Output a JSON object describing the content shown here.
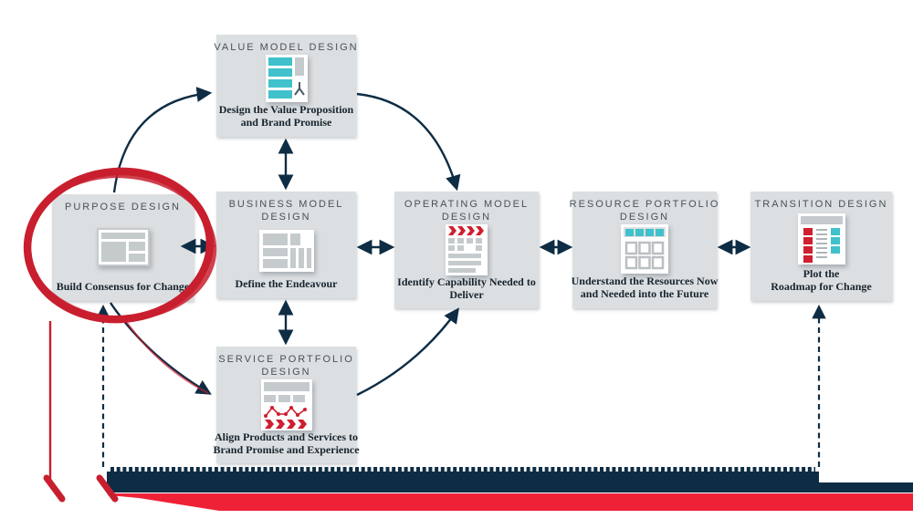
{
  "colors": {
    "navy": "#0e2d44",
    "red_bar": "#ee2137",
    "red_marker": "#c81f2e",
    "icon_red": "#cf1f30",
    "teal": "#41c1cb",
    "box_bg": "#dcdfe1",
    "icon_gray": "#c5cacd",
    "title_color": "#4a5156",
    "caption_color": "#17242e"
  },
  "nodes": [
    {
      "id": "purpose-design",
      "title_lines": [
        "PURPOSE DESIGN"
      ],
      "caption_lines": [
        "Build Consensus for Change"
      ],
      "icon": "purpose-layout-icon",
      "highlighted": true
    },
    {
      "id": "value-model-design",
      "title_lines": [
        "VALUE MODEL DESIGN"
      ],
      "caption_lines": [
        "Design the Value Proposition",
        "and Brand Promise"
      ],
      "icon": "value-list-icon",
      "highlighted": false
    },
    {
      "id": "business-model-design",
      "title_lines": [
        "BUSINESS MODEL",
        "DESIGN"
      ],
      "caption_lines": [
        "Define the Endeavour"
      ],
      "icon": "business-canvas-icon",
      "highlighted": false
    },
    {
      "id": "operating-model-design",
      "title_lines": [
        "OPERATING MODEL",
        "DESIGN"
      ],
      "caption_lines": [
        "Identify Capability Needed to",
        "Deliver"
      ],
      "icon": "capability-chevrons-icon",
      "highlighted": false
    },
    {
      "id": "resource-portfolio-design",
      "title_lines": [
        "RESOURCE PORTFOLIO",
        "DESIGN"
      ],
      "caption_lines": [
        "Understand the Resources Now",
        "and Needed into the Future"
      ],
      "icon": "resource-calculator-icon",
      "highlighted": false
    },
    {
      "id": "transition-design",
      "title_lines": [
        "TRANSITION DESIGN"
      ],
      "caption_lines": [
        "Plot the",
        "Roadmap for Change"
      ],
      "icon": "roadmap-columns-icon",
      "highlighted": false
    },
    {
      "id": "service-portfolio-design",
      "title_lines": [
        "SERVICE PORTFOLIO",
        "DESIGN"
      ],
      "caption_lines": [
        "Align Products and Services to",
        "Brand Promise and Experience"
      ],
      "icon": "service-chart-chevrons-icon",
      "highlighted": false
    }
  ],
  "connections": [
    {
      "from": "purpose-design",
      "to": "value-model-design",
      "style": "curved-arrow"
    },
    {
      "from": "value-model-design",
      "to": "operating-model-design",
      "style": "curved-arrow"
    },
    {
      "from": "purpose-design",
      "to": "service-portfolio-design",
      "style": "curved-arrow"
    },
    {
      "from": "service-portfolio-design",
      "to": "operating-model-design",
      "style": "curved-arrow"
    },
    {
      "from": "purpose-design",
      "to": "business-model-design",
      "style": "double-arrow"
    },
    {
      "from": "business-model-design",
      "to": "operating-model-design",
      "style": "double-arrow"
    },
    {
      "from": "operating-model-design",
      "to": "resource-portfolio-design",
      "style": "double-arrow"
    },
    {
      "from": "resource-portfolio-design",
      "to": "transition-design",
      "style": "double-arrow"
    },
    {
      "from": "value-model-design",
      "to": "business-model-design",
      "style": "double-arrow"
    },
    {
      "from": "business-model-design",
      "to": "service-portfolio-design",
      "style": "double-arrow"
    },
    {
      "from": "timeline",
      "to": "purpose-design",
      "style": "dashed-arrow"
    },
    {
      "from": "timeline",
      "to": "transition-design",
      "style": "dashed-arrow"
    }
  ],
  "annotations": {
    "highlight_circle_on": "purpose-design",
    "highlight_circle_color": "#c81f2e",
    "timeline_bar_navy": "#0e2d44",
    "timeline_bar_red": "#ee2137"
  }
}
